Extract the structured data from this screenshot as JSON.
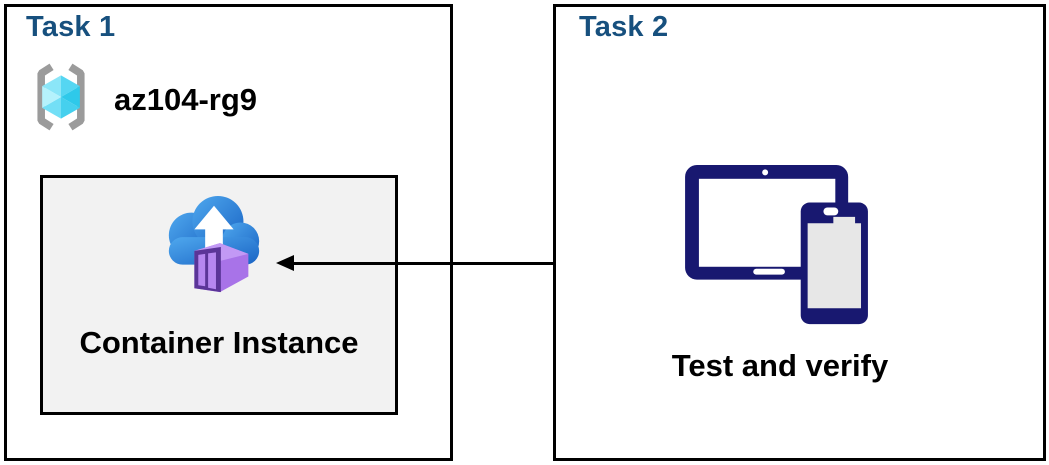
{
  "diagram": {
    "task1": {
      "title": "Task 1",
      "resource_group_name": "az104-rg9",
      "container_label": "Container Instance"
    },
    "task2": {
      "title": "Task 2",
      "devices_label": "Test and verify"
    },
    "arrow": {
      "from": "test-devices",
      "to": "container-instance",
      "direction": "right-to-left"
    }
  },
  "icons": {
    "resource_group": "resource-group-icon",
    "container_instance": "container-instance-cloud-upload-icon",
    "devices": "tablet-and-phone-icon"
  },
  "colors": {
    "title_navy": "#17507E",
    "box_border": "#000000",
    "inner_box_bg": "#F2F2F2",
    "device_navy": "#181870",
    "cloud_blue_light": "#4FA8EE",
    "cloud_blue_dark": "#1A64C4",
    "cube_purple_side": "#A873E8",
    "cube_purple_top": "#C299F5",
    "cube_purple_front": "#5B3598",
    "cube_slat_light": "#B687F0",
    "rg_bracket_gray": "#9B9B9B",
    "rg_cyan_light": "#B5F2FC",
    "rg_cyan_dark": "#2EC9EA"
  }
}
